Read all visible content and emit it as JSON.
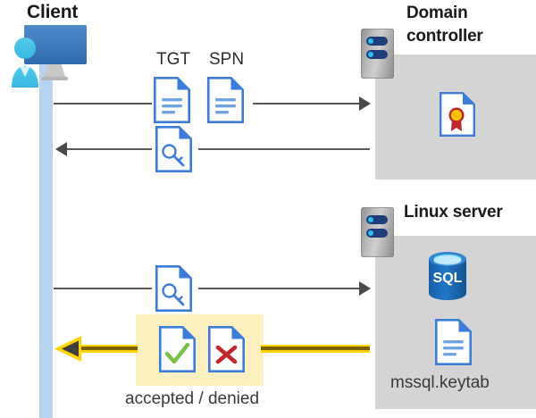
{
  "diagram": {
    "title_client": "Client",
    "title_domain_controller": "Domain\ncontroller",
    "title_domain_controller_line1": "Domain",
    "title_domain_controller_line2": "controller",
    "title_linux_server": "Linux server",
    "labels": {
      "tgt": "TGT",
      "spn": "SPN",
      "accepted_denied": "accepted / denied",
      "keytab": "mssql.keytab"
    },
    "icons": {
      "client": "client-workstation-user-icon",
      "server_rack": "server-rack-icon",
      "certificate_document": "certificate-document-icon",
      "ticket_document": "text-document-icon",
      "key_document": "key-document-icon",
      "sql_database": "sql-database-icon",
      "keytab_document": "text-document-icon",
      "accepted_document": "check-document-icon",
      "denied_document": "x-document-icon"
    },
    "flows": [
      {
        "id": "request-tgt-spn",
        "direction": "client-to-domain-controller",
        "documents": [
          "TGT",
          "SPN"
        ]
      },
      {
        "id": "return-service-ticket",
        "direction": "domain-controller-to-client",
        "documents": [
          "key-document"
        ]
      },
      {
        "id": "present-service-ticket",
        "direction": "client-to-linux-server",
        "documents": [
          "key-document"
        ]
      },
      {
        "id": "auth-result",
        "direction": "linux-server-to-client",
        "documents": [
          "accepted",
          "denied"
        ],
        "highlighted": true
      }
    ],
    "colors": {
      "panel_gray": "#d4d4d4",
      "lifeline_blue": "#b6d3f2",
      "highlight_yellow": "#fcefc0",
      "arrow_gray": "#595959",
      "arrow_yellow": "#ffd400",
      "doc_blue": "#3b7dd8",
      "accent_green": "#7ac143",
      "accent_red": "#c0262c",
      "sql_blue": "#1f70c1",
      "cert_gold": "#ffd400"
    }
  }
}
